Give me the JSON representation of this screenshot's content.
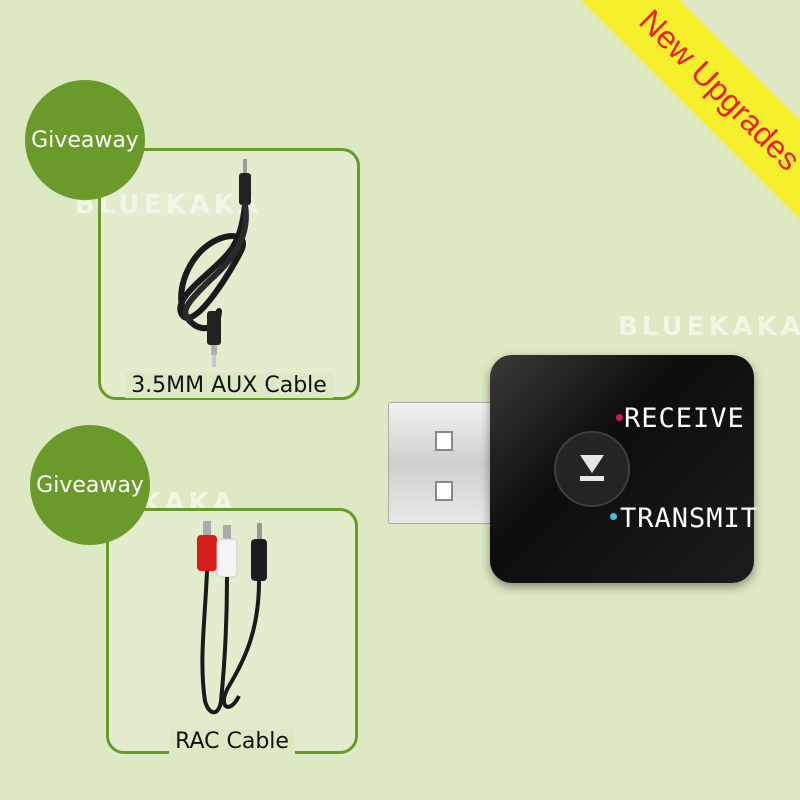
{
  "brand_watermark": "BLUEKAKA",
  "ribbon": {
    "text": "New Upgrades",
    "bg": "#f5ef2c",
    "fg": "#e8212b"
  },
  "accent_color": "#6a9a2a",
  "items": [
    {
      "badge": "Giveaway",
      "label": "3.5MM AUX Cable"
    },
    {
      "badge": "Giveaway",
      "label": "RAC Cable"
    }
  ],
  "device": {
    "receive_label": "RECEIVE",
    "transmit_label": "TRANSMIT",
    "receive_led": "#d11a4f",
    "transmit_led": "#35c4e6",
    "button_icon": "play-pause-icon"
  }
}
